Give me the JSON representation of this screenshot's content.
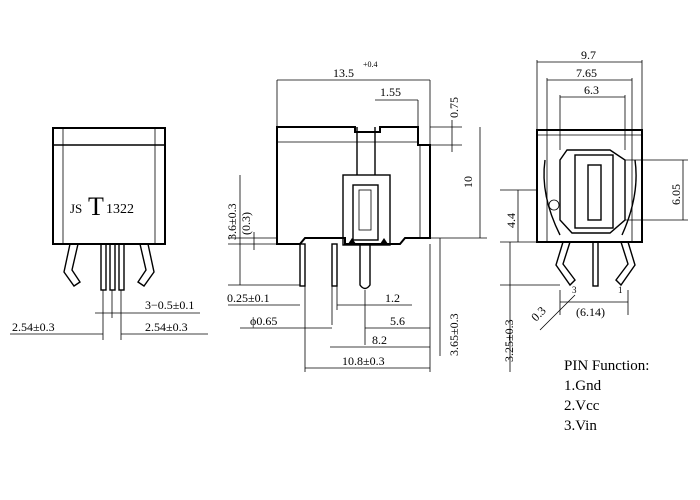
{
  "front_view": {
    "brand_js": "JS",
    "brand_t": "T",
    "brand_num": "1322",
    "dim_pitch_left": "2.54±0.3",
    "dim_pitch_right": "2.54±0.3",
    "dim_pins": "3−0.5±0.1"
  },
  "side_view": {
    "dim_length": "13.5",
    "dim_length_tol": "+0.4",
    "dim_1_55": "1.55",
    "dim_0_75": "0.75",
    "dim_10": "10",
    "dim_3_6": "3.6±0.3",
    "dim_0_3": "(0.3)",
    "dim_0_25": "0.25±0.1",
    "dim_1_2": "1.2",
    "dim_phi": "ϕ0.65",
    "dim_5_6": "5.6",
    "dim_8_2": "8.2",
    "dim_10_8": "10.8±0.3",
    "dim_3_65": "3.65±0.3"
  },
  "end_view": {
    "dim_9_7": "9.7",
    "dim_7_65": "7.65",
    "dim_6_3": "6.3",
    "dim_6_05": "6.05",
    "dim_4_4": "4.4",
    "dim_0_3": "0.3",
    "dim_6_14": "(6.14)",
    "dim_3_25": "3.25±0.3",
    "pin3": "3",
    "pin1": "1"
  },
  "pin_function": {
    "title": "PIN Function:",
    "items": [
      "1.Gnd",
      "2.Vcc",
      "3.Vin"
    ]
  }
}
